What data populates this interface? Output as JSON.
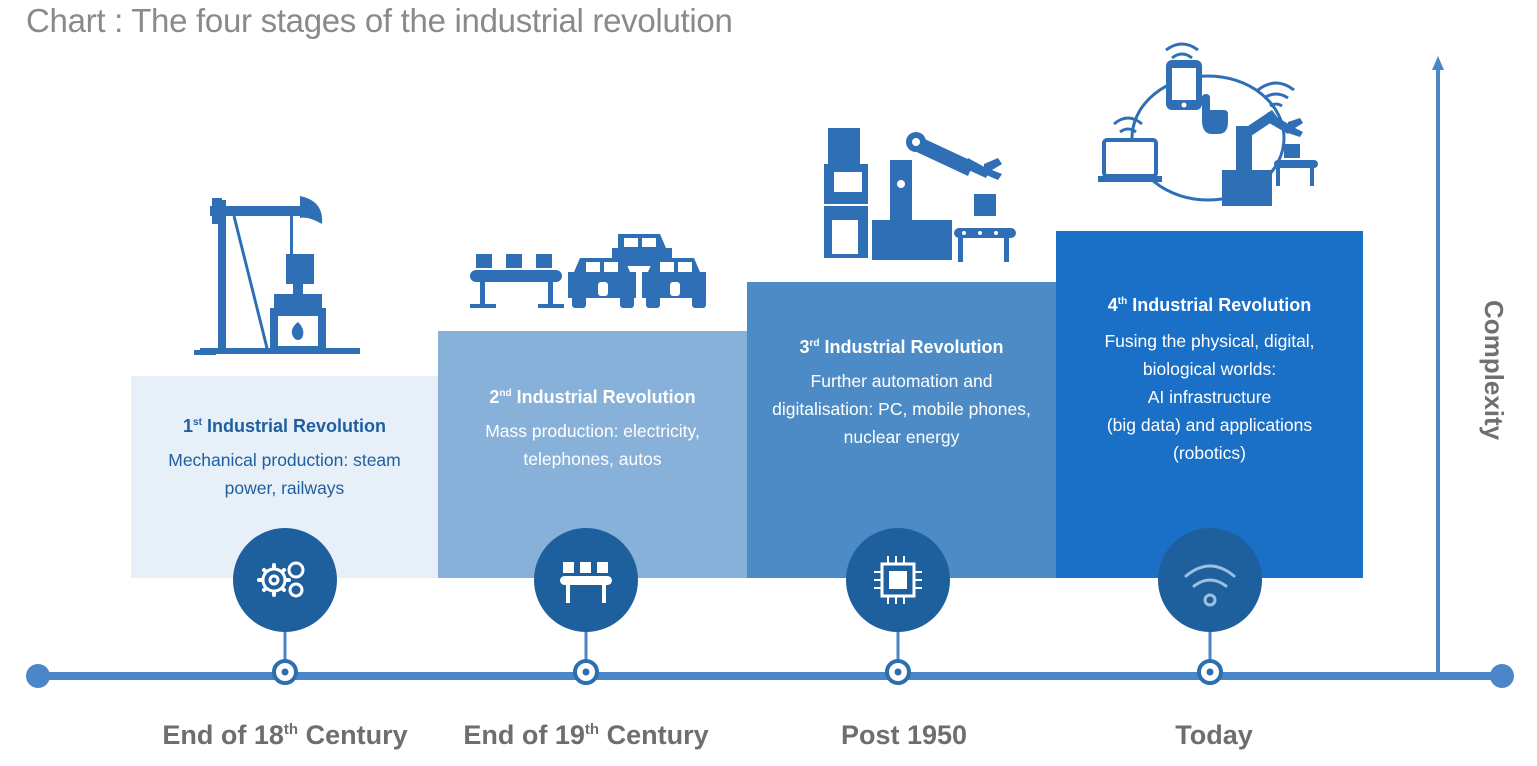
{
  "title": "Chart : The four stages of the industrial revolution",
  "axis_label": "Complexity",
  "colors": {
    "stage1": "#e7eff8",
    "stage2": "#87b1d9",
    "stage3": "#4d8bc6",
    "stage4": "#1a6fc7",
    "circle": "#1e5f9e",
    "timeline": "#4a86c8",
    "icon": "#2f6fb5"
  },
  "stages": [
    {
      "ordinal": "1",
      "ordinal_suffix": "st",
      "title_rest": "Industrial Revolution",
      "desc_lines": [
        "Mechanical production: steam",
        "power, railways"
      ],
      "era_prefix": "End of 18",
      "era_suffix": "th",
      "era_rest": "Century",
      "circle_icon": "gears-icon",
      "illustration": "oil-pump-furnace-icon"
    },
    {
      "ordinal": "2",
      "ordinal_suffix": "nd",
      "title_rest": "Industrial Revolution",
      "desc_lines": [
        "Mass production: electricity,",
        "telephones, autos"
      ],
      "era_prefix": "End of 19",
      "era_suffix": "th",
      "era_rest": "Century",
      "circle_icon": "conveyor-belt-icon",
      "illustration": "conveyor-and-cars-icon"
    },
    {
      "ordinal": "3",
      "ordinal_suffix": "rd",
      "title_rest": "Industrial Revolution",
      "desc_lines": [
        "Further automation and",
        "digitalisation: PC, mobile phones,",
        "nuclear energy"
      ],
      "era_prefix": "Post 1950",
      "era_suffix": "",
      "era_rest": "",
      "circle_icon": "microchip-icon",
      "illustration": "robot-arm-computer-icon"
    },
    {
      "ordinal": "4",
      "ordinal_suffix": "th",
      "title_rest": "Industrial Revolution",
      "desc_lines": [
        "Fusing the physical, digital,",
        "biological worlds:",
        "AI infrastructure",
        "(big data) and applications",
        "(robotics)"
      ],
      "era_prefix": "Today",
      "era_suffix": "",
      "era_rest": "",
      "circle_icon": "wifi-icon",
      "illustration": "connected-devices-robot-icon"
    }
  ]
}
